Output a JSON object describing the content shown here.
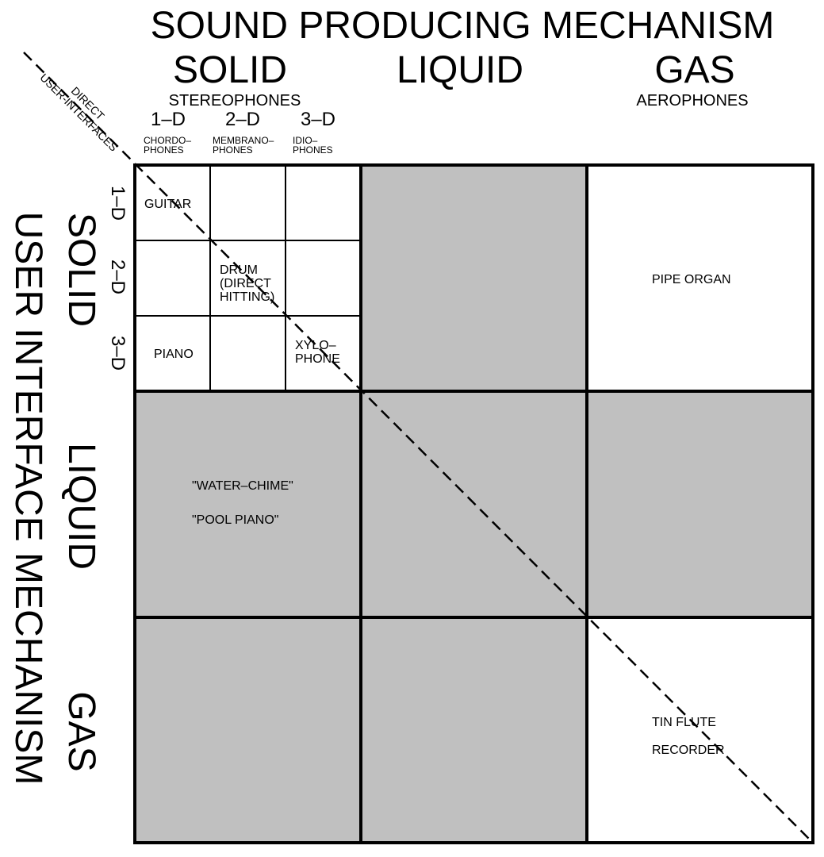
{
  "title": "SOUND PRODUCING MECHANISM",
  "columns": {
    "solid": "SOLID",
    "liquid": "LIQUID",
    "gas": "GAS",
    "solid_sub": "STEREOPHONES",
    "gas_sub": "AEROPHONES",
    "dims": [
      "1–D",
      "2–D",
      "3–D"
    ],
    "classes": [
      [
        "CHORDO–",
        "PHONES"
      ],
      [
        "MEMBRANO–",
        "PHONES"
      ],
      [
        "IDIO–",
        "PHONES"
      ]
    ]
  },
  "side_title": "USER INTERFACE MECHANISM",
  "rows": {
    "solid": "SOLID",
    "liquid": "LIQUID",
    "gas": "GAS",
    "dims": [
      "1–D",
      "2–D",
      "3–D"
    ]
  },
  "diagonal": [
    "DIRECT",
    "USER-INTERFACES"
  ],
  "instruments": {
    "guitar": "GUITAR",
    "drum": [
      "DRUM",
      "(DIRECT",
      "HITTING)"
    ],
    "piano": "PIANO",
    "xylophone": [
      "XYLO–",
      "PHONE"
    ],
    "pipe_organ": "PIPE ORGAN",
    "water_chime": "\"WATER–CHIME\"",
    "pool_piano": "\"POOL PIANO\"",
    "tin_flute": "TIN FLUTE",
    "recorder": "RECORDER"
  },
  "colors": {
    "shaded_cell": "#c0c0c0",
    "line": "#000000",
    "background": "#ffffff"
  }
}
